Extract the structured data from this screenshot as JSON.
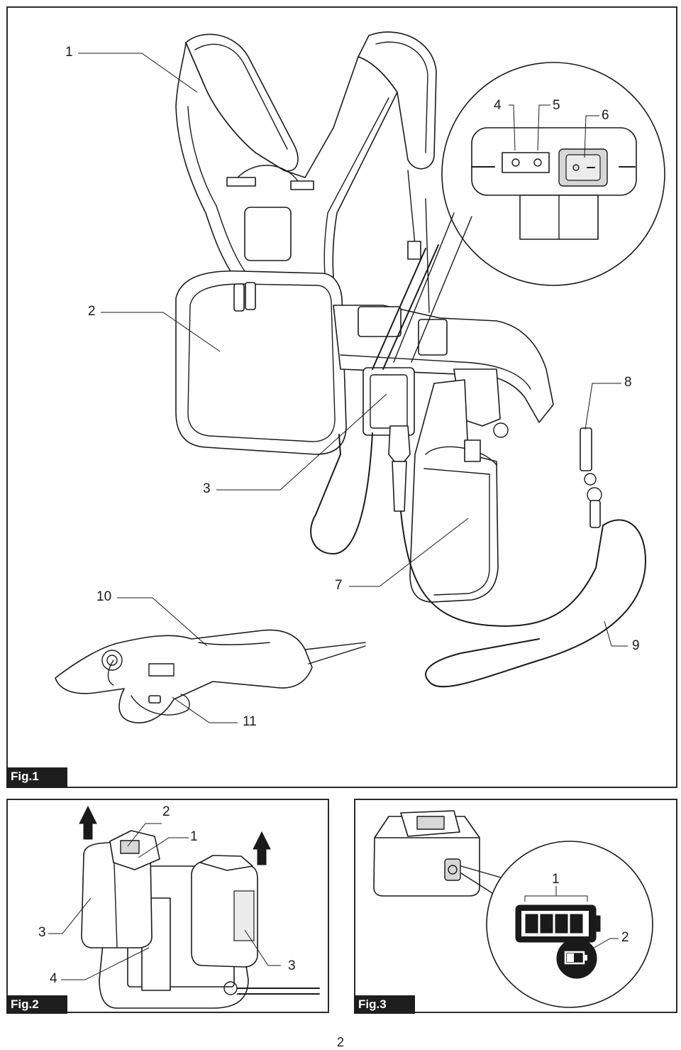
{
  "page_number": "2",
  "fig1": {
    "label": "Fig.1",
    "callouts": [
      "1",
      "2",
      "3",
      "4",
      "5",
      "6",
      "7",
      "8",
      "9",
      "10",
      "11"
    ]
  },
  "fig2": {
    "label": "Fig.2",
    "callouts": [
      "2",
      "1",
      "3",
      "3",
      "4"
    ]
  },
  "fig3": {
    "label": "Fig.3",
    "callouts": [
      "1",
      "2"
    ]
  }
}
